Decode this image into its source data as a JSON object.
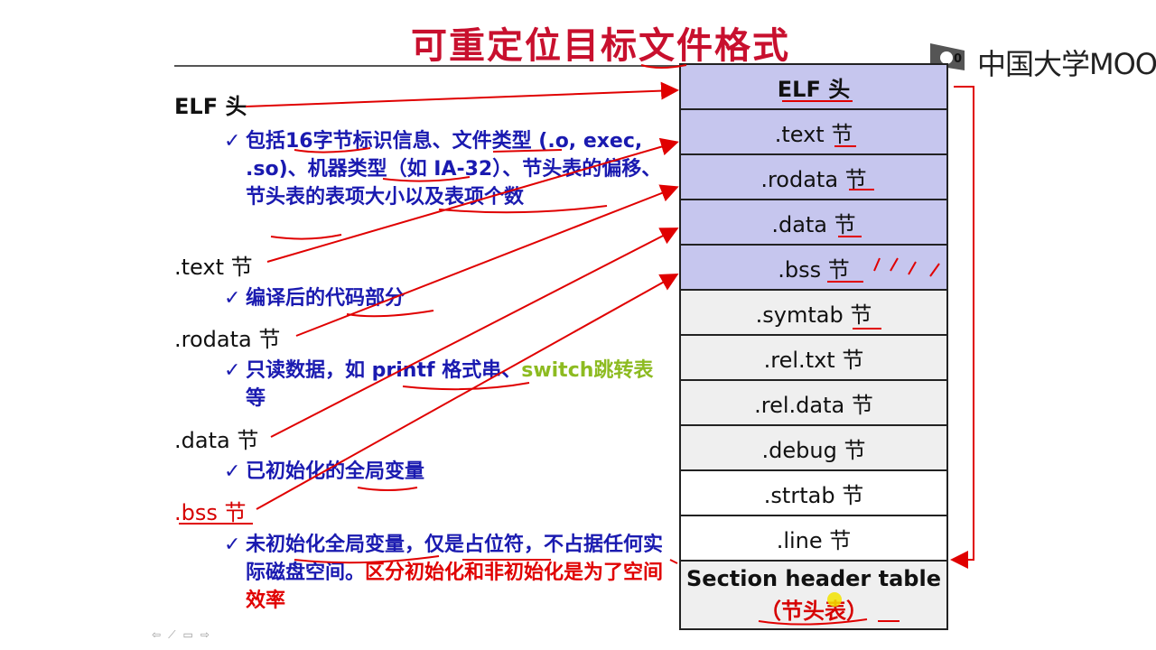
{
  "title": "可重定位目标文件格式",
  "logo": {
    "text": "中国大学MOOC",
    "badge": "0"
  },
  "headings": {
    "elf": "ELF 头",
    "text": ".text 节",
    "rodata": ".rodata 节",
    "data": ".data 节",
    "bss": ".bss 节"
  },
  "bullets": {
    "elf": "包括16字节标识信息、文件类型 (.o, exec, .so)、机器类型（如 IA-32）、节头表的偏移、节头表的表项大小以及表项个数",
    "text": "编译后的代码部分",
    "rodata_a": "只读数据，如 printf 格式串、",
    "rodata_switch": "switch",
    "rodata_jump": "跳转表",
    "rodata_end": "等",
    "data": "已初始化的全局变量",
    "bss_a": "未初始化全局变量，仅是占位符，不占据任何实际磁盘空间。",
    "bss_red": "区分初始化和非初始化是为了空间效率"
  },
  "check_glyph": "✓",
  "sections": [
    {
      "label": "ELF 头",
      "style": "blue"
    },
    {
      "label": ".text 节",
      "style": "blue"
    },
    {
      "label": ".rodata 节",
      "style": "blue"
    },
    {
      "label": ".data 节",
      "style": "blue"
    },
    {
      "label": ".bss 节",
      "style": "blue"
    },
    {
      "label": ".symtab 节",
      "style": "gray"
    },
    {
      "label": ".rel.txt 节",
      "style": "gray"
    },
    {
      "label": ".rel.data 节",
      "style": "gray"
    },
    {
      "label": ".debug 节",
      "style": "gray"
    },
    {
      "label": ".strtab 节",
      "style": "white"
    },
    {
      "label": ".line 节",
      "style": "white"
    }
  ],
  "section_header": {
    "label": "Section header table",
    "sub": "（节头表）"
  },
  "colors": {
    "title": "#c8102e",
    "bullet_text": "#1a1ab0",
    "annotation": "#e00000",
    "highlight_green": "#8dbb21",
    "header_fill": "#c6c6ee",
    "gray_fill": "#efefef"
  },
  "nav_icons": [
    "prev-icon",
    "pen-icon",
    "menu-icon",
    "next-icon"
  ]
}
